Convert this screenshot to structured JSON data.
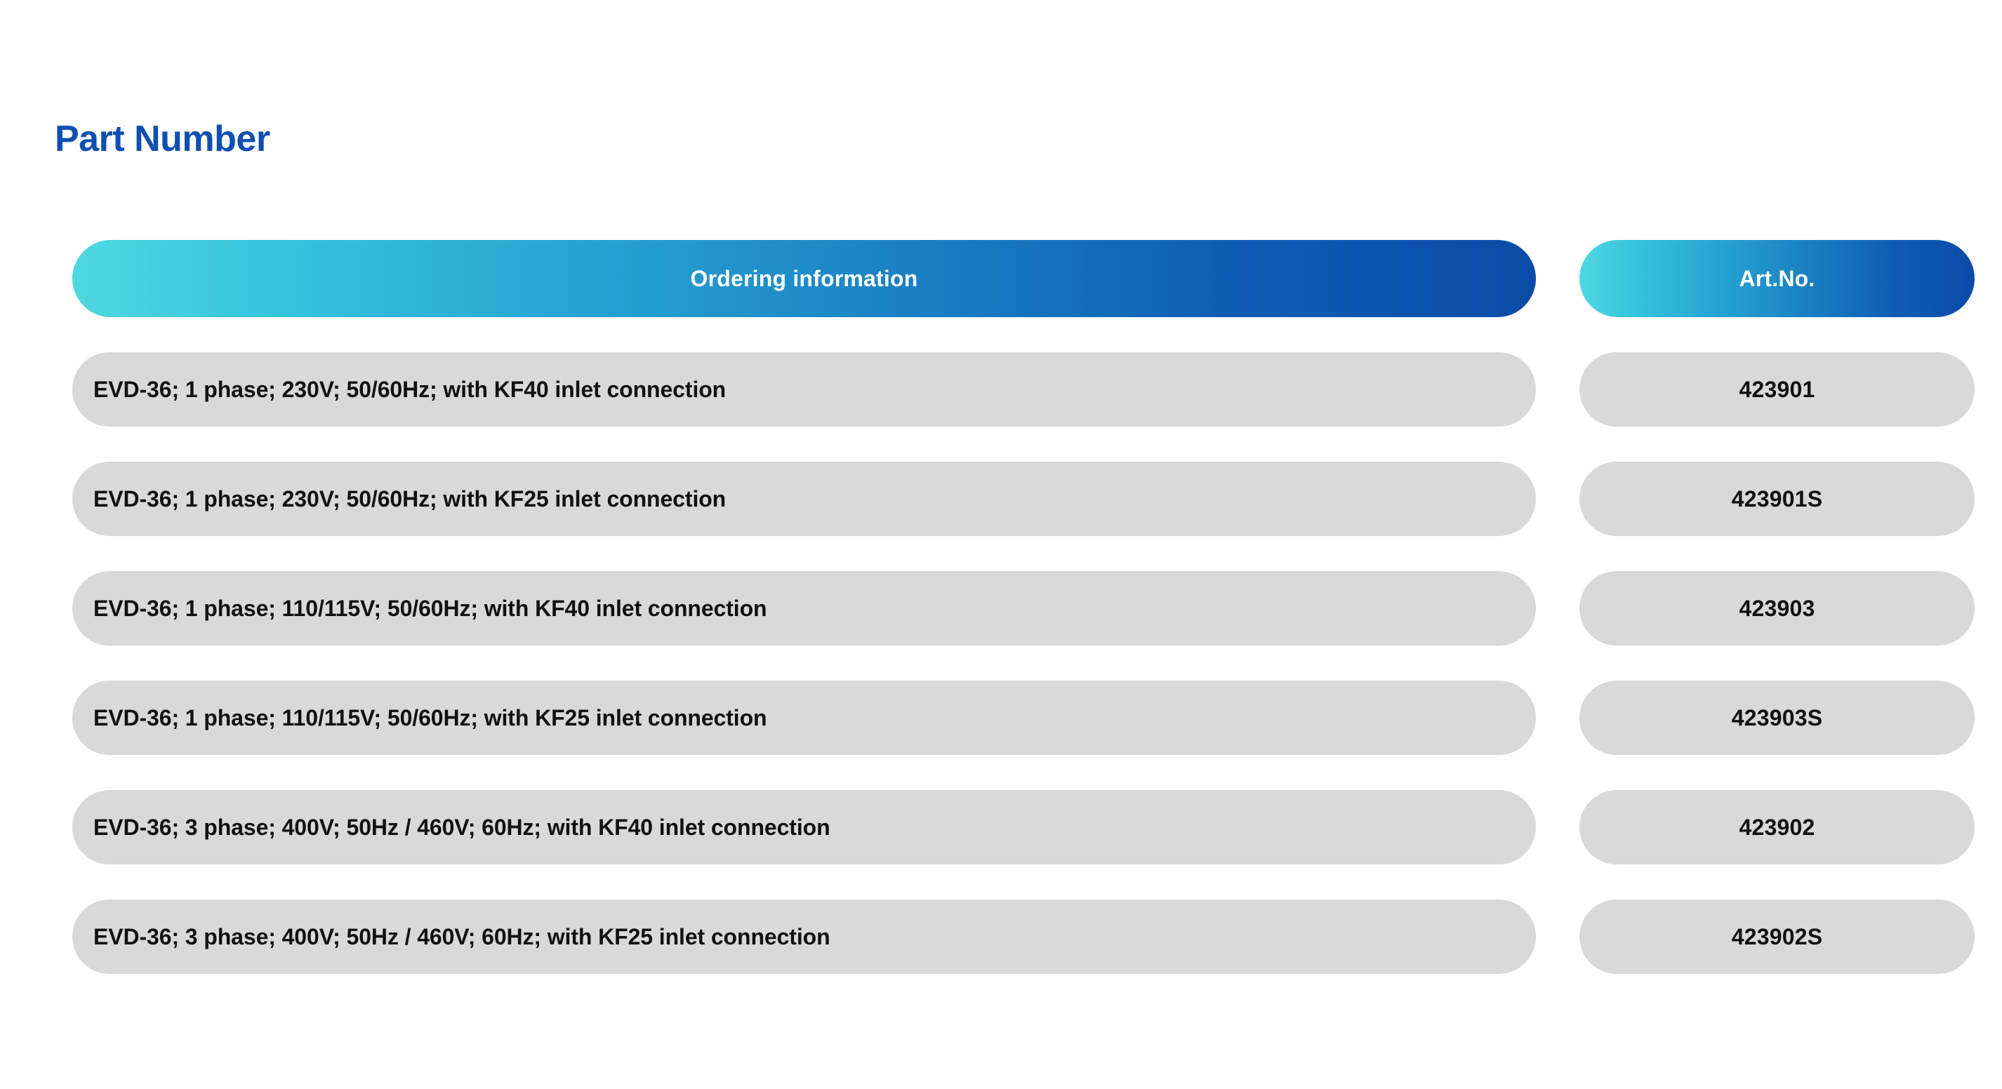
{
  "page": {
    "title": "Part Number",
    "title_color": "#0F4FB0",
    "background_color": "#ffffff"
  },
  "table": {
    "header": {
      "ordering_information": "Ordering information",
      "article_number": "Art.No."
    },
    "header_gradient": {
      "from": "#4FD8E2",
      "to": "#0B4BA8"
    },
    "row_background": "#D9D9D9",
    "row_text_color": "#111111",
    "columns": [
      "Ordering information",
      "Art.No."
    ],
    "rows": [
      {
        "ordering_information": "EVD-36; 1 phase; 230V; 50/60Hz; with KF40 inlet connection",
        "article_number": "423901"
      },
      {
        "ordering_information": "EVD-36; 1 phase; 230V; 50/60Hz; with KF25 inlet connection",
        "article_number": "423901S"
      },
      {
        "ordering_information": "EVD-36; 1 phase; 110/115V; 50/60Hz; with KF40 inlet connection",
        "article_number": "423903"
      },
      {
        "ordering_information": "EVD-36; 1 phase; 110/115V; 50/60Hz; with KF25 inlet connection",
        "article_number": "423903S"
      },
      {
        "ordering_information": "EVD-36; 3 phase; 400V; 50Hz / 460V; 60Hz; with KF40 inlet connection",
        "article_number": "423902"
      },
      {
        "ordering_information": "EVD-36; 3 phase; 400V; 50Hz / 460V; 60Hz; with KF25 inlet connection",
        "article_number": "423902S"
      }
    ]
  }
}
